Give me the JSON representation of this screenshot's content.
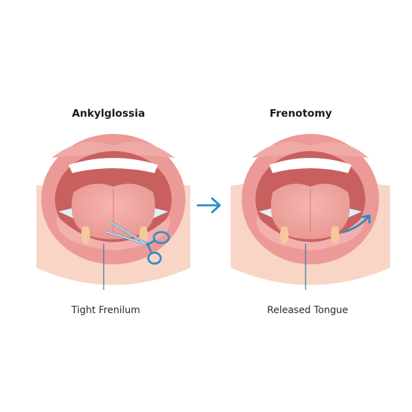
{
  "diagram": {
    "left_panel": {
      "title": "Ankylglossia",
      "label": "Tight Frenilum",
      "tool_icon": "scissors-icon"
    },
    "right_panel": {
      "title": "Frenotomy",
      "label": "Released Tongue",
      "motion_icon": "curved-arrow-icon"
    },
    "transition_icon": "right-arrow-icon",
    "colors": {
      "skin": "#f9d5c6",
      "lip": "#ec9a97",
      "mouth_inner": "#c8605f",
      "tongue": "#f0a4a0",
      "teeth": "#ffffff",
      "gland": "#f6c99a",
      "accent_blue": "#2a8cc4",
      "pointer_line": "#3a78a8"
    }
  }
}
